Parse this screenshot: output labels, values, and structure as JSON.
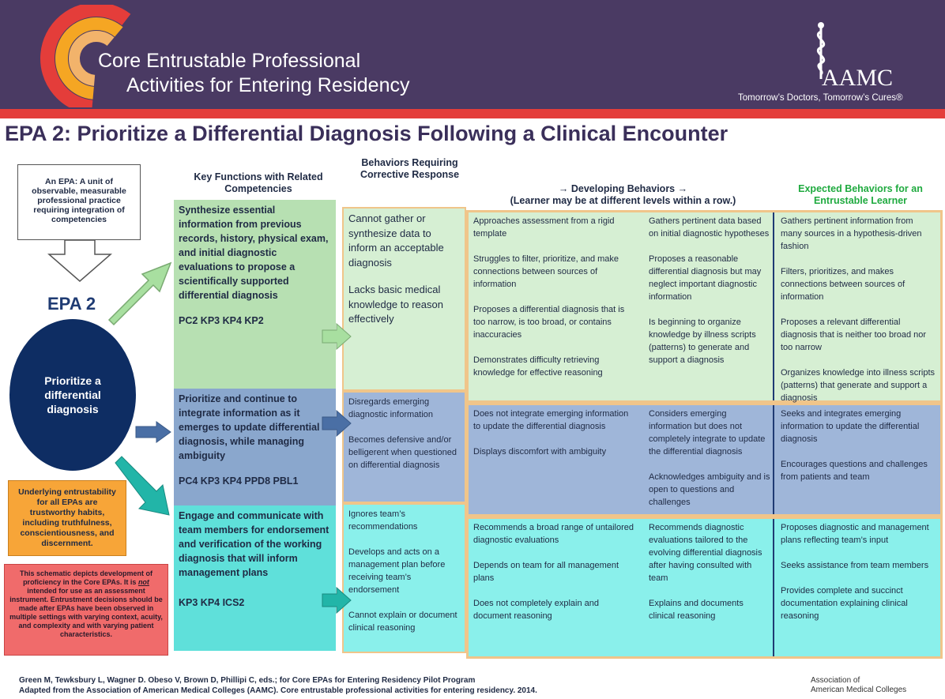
{
  "header": {
    "title_line1": "Core Entrustable Professional",
    "title_line2": "Activities for Entering Residency",
    "org_name": "AAMC",
    "tagline": "Tomorrow’s Doctors, Tomorrow’s Cures®"
  },
  "page_title": "EPA 2: Prioritize a Differential Diagnosis Following a Clinical Encounter",
  "left": {
    "definition": "An EPA: A unit of observable, measurable professional practice requiring  integration of competencies",
    "epa_label": "EPA 2",
    "circle_text": "Prioritize a differential diagnosis",
    "entrustability": "Underlying entrustability for all EPAs are trustworthy habits, including truthfulness, conscientiousness, and discernment.",
    "disclaimer_1": "This schematic depicts development of proficiency in the Core EPAs. It is ",
    "disclaimer_not": "not",
    "disclaimer_2": " intended for use as an assessment instrument. Entrustment decisions should be made after EPAs have been observed in multiple settings with varying context, acuity, and complexity and with varying patient characteristics."
  },
  "columns": {
    "key_functions": "Key Functions with Related Competencies",
    "corrective": "Behaviors Requiring Corrective Response",
    "developing_1": "→  Developing Behaviors →",
    "developing_2": "(Learner may be at different levels within a row.)",
    "expected": "Expected Behaviors for an Entrustable Learner"
  },
  "rows": [
    {
      "key_function": "Synthesize essential information from previous records, history, physical exam, and initial diagnostic evaluations to propose a scientifically supported differential diagnosis",
      "codes": "PC2 KP3 KP4 KP2",
      "corrective": [
        "Cannot gather or synthesize data to inform an acceptable diagnosis",
        "Lacks basic medical knowledge to reason effectively"
      ],
      "dev1": [
        "Approaches assessment from a rigid template",
        "Struggles to filter, prioritize, and make connections between sources of information",
        "Proposes a differential diagnosis that is too narrow, is too broad, or contains inaccuracies",
        "Demonstrates difficulty retrieving knowledge for effective reasoning"
      ],
      "dev2": [
        "Gathers pertinent data based on initial diagnostic hypotheses",
        "Proposes a reasonable differential diagnosis but may neglect important diagnostic information",
        "Is beginning to organize knowledge by illness scripts (patterns) to generate and support a diagnosis"
      ],
      "expected": [
        "Gathers pertinent information from many sources in a hypothesis-driven fashion",
        "Filters, prioritizes, and makes connections between sources of information",
        "Proposes a relevant differential diagnosis that is neither too broad nor too narrow",
        "Organizes knowledge into illness scripts (patterns) that generate and support a diagnosis"
      ]
    },
    {
      "key_function": "Prioritize and continue to integrate information as it emerges to update differential diagnosis, while managing ambiguity",
      "codes": "PC4 KP3 KP4 PPD8 PBL1",
      "corrective": [
        "Disregards emerging diagnostic information",
        "Becomes defensive and/or belligerent when questioned on differential diagnosis"
      ],
      "dev1": [
        "Does not integrate emerging information to update the differential diagnosis",
        "Displays discomfort with ambiguity"
      ],
      "dev2": [
        "Considers emerging information but does not completely integrate to update the differential diagnosis",
        "Acknowledges ambiguity and is open to questions and challenges"
      ],
      "expected": [
        "Seeks and integrates emerging information to update the differential diagnosis",
        "Encourages questions and challenges from patients and team"
      ]
    },
    {
      "key_function": "Engage and communicate with team members for endorsement and verification of the working diagnosis that will inform management plans",
      "codes": "KP3 KP4 ICS2",
      "corrective": [
        "Ignores team’s recommendations",
        "Develops and acts on a management plan before receiving team’s endorsement",
        "Cannot explain or document clinical reasoning"
      ],
      "dev1": [
        "Recommends a broad range of untailored diagnostic evaluations",
        "Depends on team for all management plans",
        "Does not completely explain and document reasoning"
      ],
      "dev2": [
        "Recommends diagnostic evaluations tailored to the evolving differential diagnosis after having consulted with team",
        "Explains and documents clinical reasoning"
      ],
      "expected": [
        "Proposes diagnostic and management plans reflecting team’s input",
        "Seeks assistance from team members",
        "Provides complete and succinct documentation explaining clinical reasoning"
      ]
    }
  ],
  "footer": {
    "citation_1": "Green M, Tewksbury L, Wagner D. Obeso V, Brown D, Phillipi C, eds.; for Core EPAs for Entering Residency Pilot Program",
    "citation_2": "Adapted from the Association of American Medical Colleges (AAMC). Core entrustable professional activities for entering residency. 2014.",
    "assoc_1": "Association of",
    "assoc_2": "American Medical Colleges"
  },
  "colors": {
    "header_bg": "#4a3a63",
    "header_stripe": "#e43d3a",
    "row1": "#b7e0b2",
    "row2": "#8aa7cd",
    "row3": "#5fe0da",
    "expected_heading": "#1faa3f",
    "epa_circle": "#0e2d63"
  }
}
